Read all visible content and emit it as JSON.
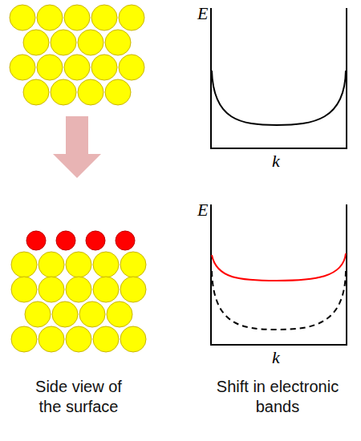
{
  "diagram": {
    "labels": [
      "E",
      "k",
      "E",
      "k",
      "Side view of the surface",
      "Shift in electronic bands"
    ]
  }
}
